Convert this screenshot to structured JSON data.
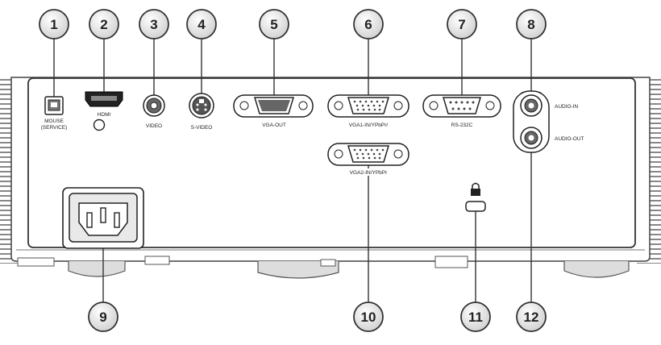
{
  "diagram": {
    "colors": {
      "callout_fill": "#e6e6e6",
      "callout_stroke": "#333333",
      "panel_stroke": "#333333",
      "body_fill": "#ffffff"
    },
    "callouts": [
      "1",
      "2",
      "3",
      "4",
      "5",
      "6",
      "7",
      "8",
      "9",
      "10",
      "11",
      "12"
    ],
    "port_labels": {
      "mouse": "MOUSE",
      "mouse_sub": "(SERVICE)",
      "hdmi": "HDMI",
      "video": "VIDEO",
      "svideo": "S-VIDEO",
      "vga_out": "VGA-OUT",
      "vga1": "VGA1-IN/YPbPr/",
      "rs232": "RS-232C",
      "audio_in": "AUDIO-IN",
      "audio_out": "AUDIO-OUT",
      "vga2": "VGA2-IN/YPbPr"
    },
    "icons": [
      "lock-icon",
      "usb-b-port-icon",
      "hdmi-port-icon",
      "rca-jack-icon",
      "mini-din-port-icon",
      "d-sub-port-icon",
      "ac-inlet-icon",
      "audio-jack-icon"
    ]
  }
}
